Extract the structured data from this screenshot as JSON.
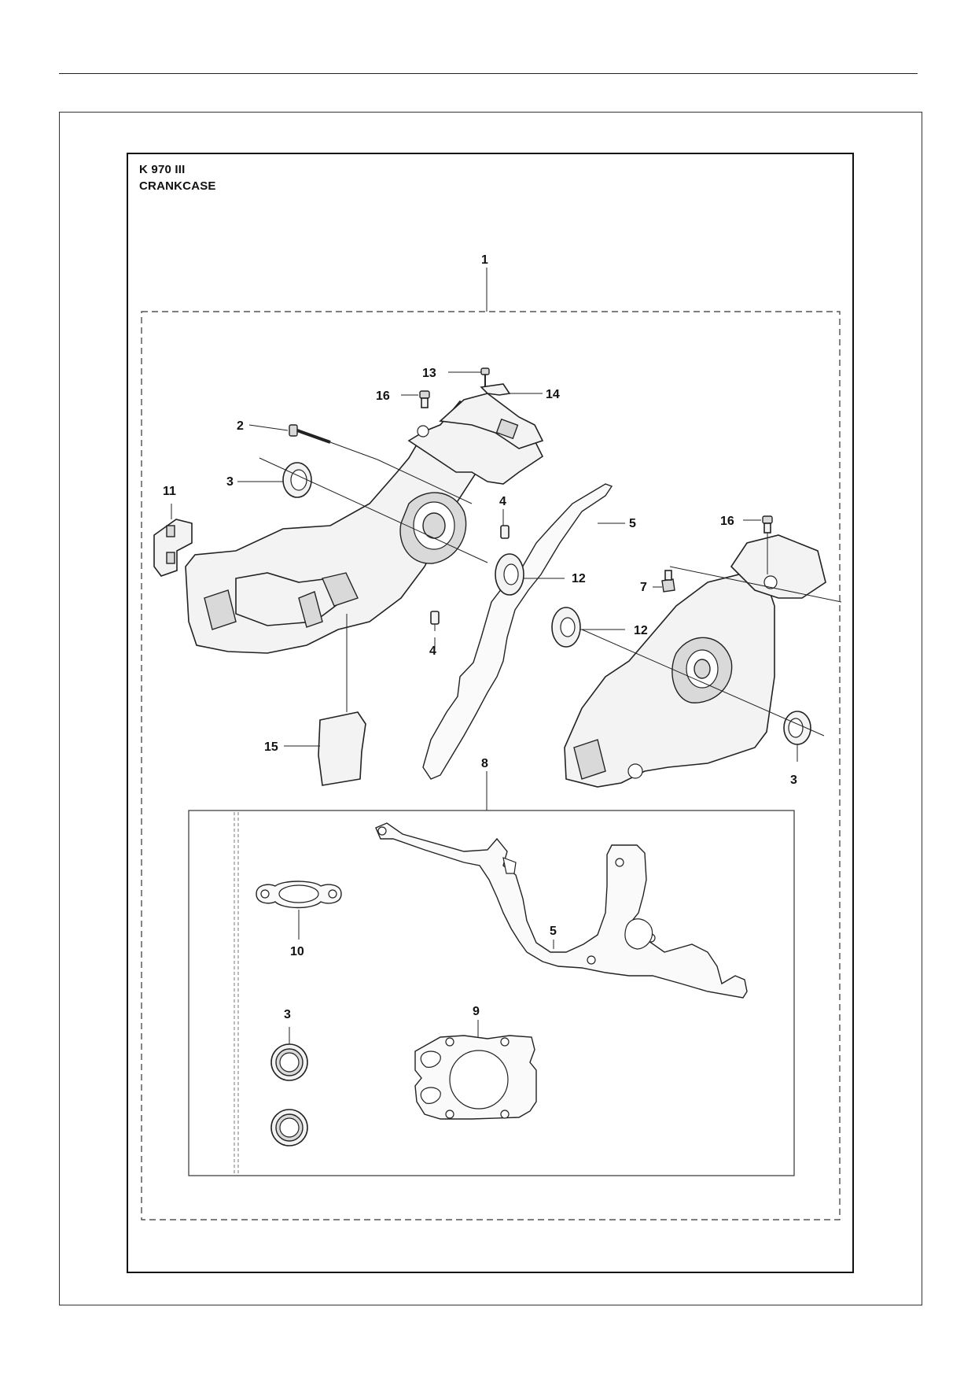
{
  "document": {
    "model": "K 970 III",
    "section": "CRANKCASE"
  },
  "callouts": {
    "c1": "1",
    "c2": "2",
    "c3a": "3",
    "c3b": "3",
    "c3c": "3",
    "c4a": "4",
    "c4b": "4",
    "c5a": "5",
    "c5b": "5",
    "c7": "7",
    "c8": "8",
    "c9": "9",
    "c10": "10",
    "c11": "11",
    "c12a": "12",
    "c12b": "12",
    "c13": "13",
    "c14": "14",
    "c15": "15",
    "c16a": "16",
    "c16b": "16"
  }
}
